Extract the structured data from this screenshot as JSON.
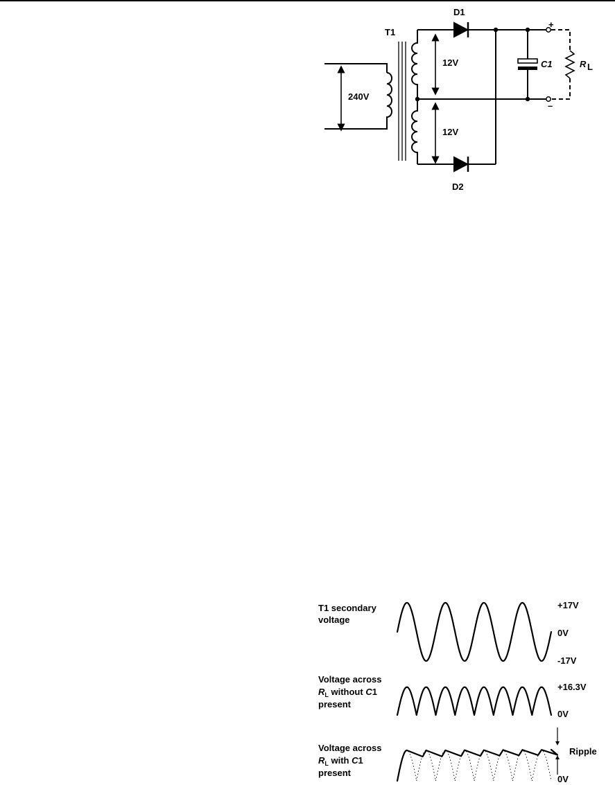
{
  "circuit": {
    "transformer_label": "T1",
    "diode_top_label": "D1",
    "diode_bottom_label": "D2",
    "primary_voltage": "240V",
    "secondary_top_voltage": "12V",
    "secondary_bottom_voltage": "12V",
    "capacitor_label": "C1",
    "load_label": "R",
    "load_subscript": "L",
    "plus_label": "+",
    "minus_label": "–"
  },
  "waveforms": {
    "row1": {
      "line1": "T1 secondary",
      "line2": "voltage",
      "top_value": "+17V",
      "mid_value": "0V",
      "bottom_value": "-17V",
      "peak_volts": 17,
      "cycles": 4
    },
    "row2": {
      "line1": "Voltage across",
      "r": "R",
      "sub": "L",
      "line2_tail": " without ",
      "c": "C",
      "c_num": "1",
      "line3": "present",
      "top_value": "+16.3V",
      "bottom_value": "0V",
      "peak_volts": 16.3,
      "half_cycles": 8
    },
    "row3": {
      "line1": "Voltage across",
      "r": "R",
      "sub": "L",
      "line2_tail": " with ",
      "c": "C",
      "c_num": "1",
      "line3": "present",
      "ripple_label": "Ripple",
      "bottom_value": "0V",
      "half_cycles": 8
    }
  }
}
